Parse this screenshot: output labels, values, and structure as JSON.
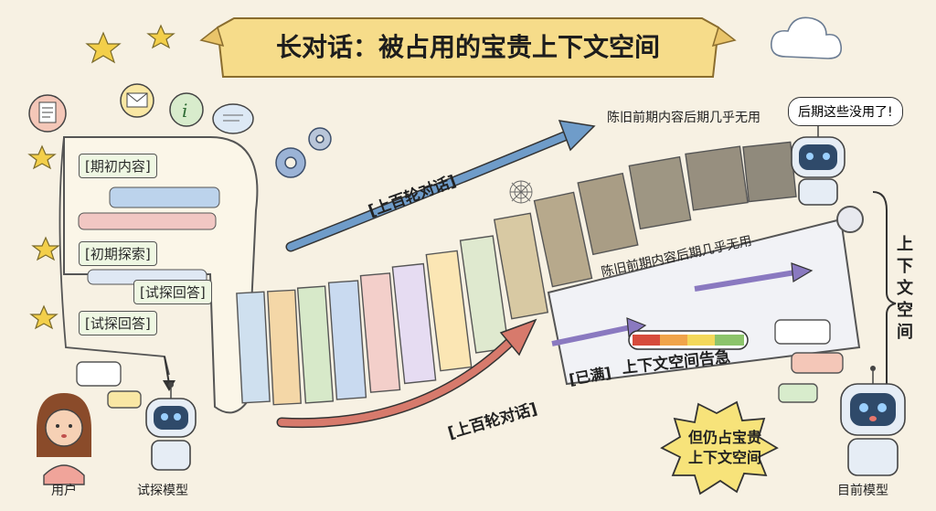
{
  "title": "长对话：被占用的宝贵上下文空间",
  "left_panel": {
    "tags": [
      "[期初内容]",
      "[初期探索]",
      "[试探回答]",
      "[试探回答]"
    ]
  },
  "top_arrow_label": "[上百轮对话]",
  "bottom_arrow_label": "[上百轮对话]",
  "stale_label_top": "陈旧前期内容后期几乎无用",
  "stale_label_scroll": "陈旧前期内容后期几乎无用",
  "robot_speech": "后期这些没用了!",
  "full_tag": "[已满]",
  "alert_text": "上下文空间告急",
  "burst_text": [
    "但仍占宝贵",
    "上下文空间"
  ],
  "side_label": "上下文空间",
  "characters": {
    "user": "用户",
    "test_model": "试探模型",
    "current_model": "目前模型"
  },
  "colors": {
    "paper": "#f7f1e3",
    "arrow_blue": "#6f9cc9",
    "arrow_red": "#d77a6c",
    "arrow_purple": "#8a79c0",
    "banner": "#f6dc8a",
    "burst": "#f7e37a"
  },
  "icons": [
    "star-icon",
    "cloud-icon",
    "gear-icon",
    "document-icon",
    "envelope-icon",
    "info-icon",
    "chat-icon",
    "cobweb-icon",
    "warning-gauge-icon"
  ]
}
